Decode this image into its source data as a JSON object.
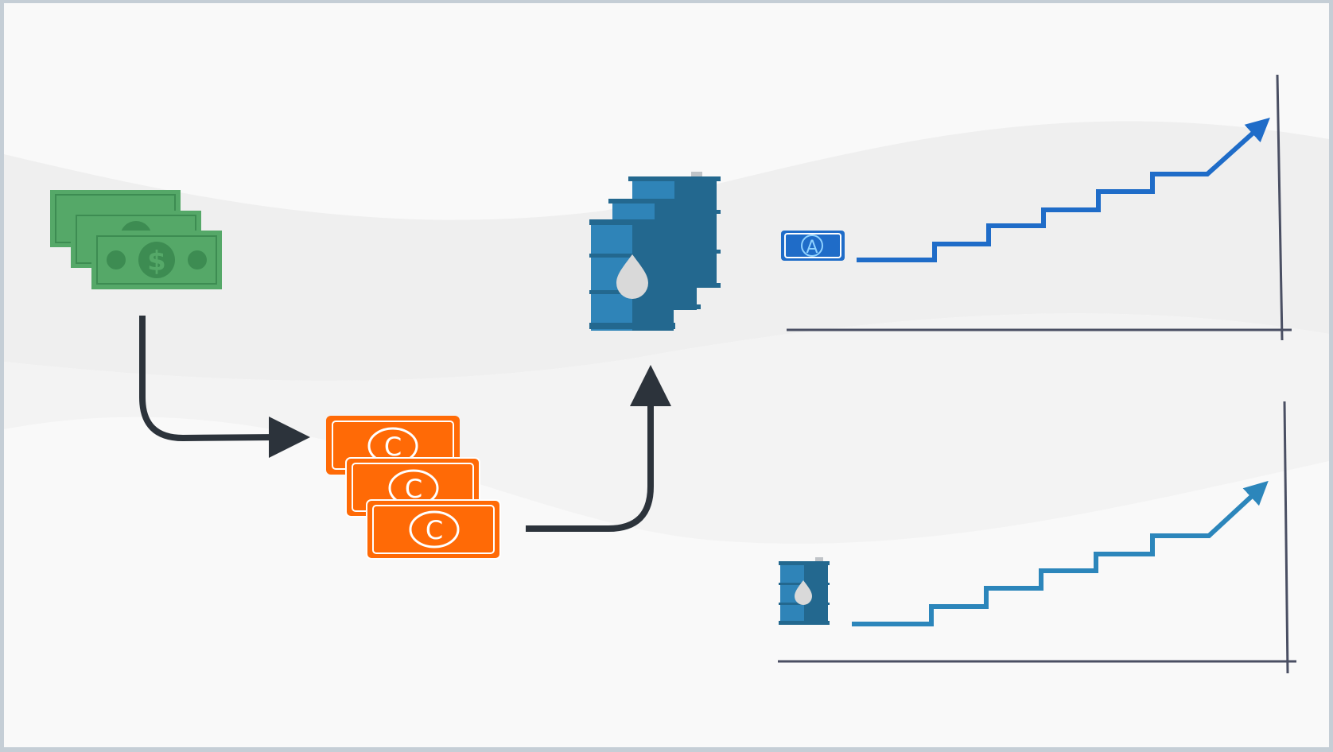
{
  "palette": {
    "frame": "#c5ced6",
    "canvas": "#f9f9f9",
    "band": "#eeeeee",
    "band_light": "#f4f4f4",
    "dollar_green": "#55a868",
    "dollar_dark": "#3d8c52",
    "orange": "#ff6a06",
    "barrel_blue": "#2f84b8",
    "barrel_dark": "#23688f",
    "chart_blue": "#1f6cc8",
    "chart_teal": "#2c86bb",
    "arrow_dark": "#2c333b",
    "axis": "#4a4f63"
  },
  "dollar_bills": {
    "count": 3,
    "symbol": "$"
  },
  "other_currency_bills": {
    "count": 3,
    "symbol": "C"
  },
  "oil_barrels": {
    "count": 3
  },
  "top_chart": {
    "currency_symbol": "A",
    "trend": "rising"
  },
  "bottom_chart": {
    "icon": "oil-barrel-icon",
    "trend": "rising"
  }
}
